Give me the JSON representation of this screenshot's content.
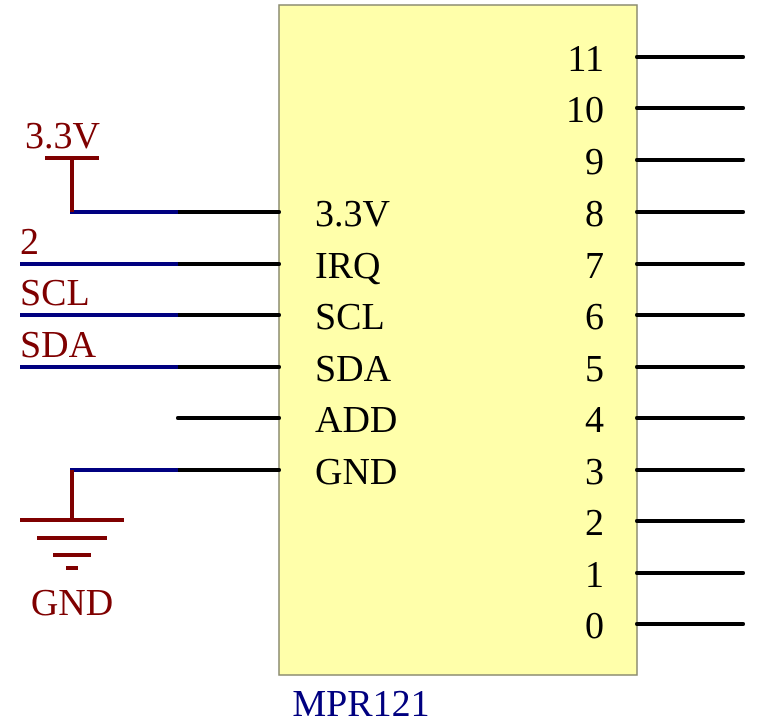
{
  "colors": {
    "chip_fill": "#FFFFAA",
    "chip_outline": "#8C8C70",
    "pin_line": "#000000",
    "wire": "#000080",
    "net_label": "#7F0000",
    "part_name": "#000080"
  },
  "chip": {
    "name": "MPR121",
    "left_pins": [
      "3.3V",
      "IRQ",
      "SCL",
      "SDA",
      "ADD",
      "GND"
    ],
    "right_pins": [
      "11",
      "10",
      "9",
      "8",
      "7",
      "6",
      "5",
      "4",
      "3",
      "2",
      "1",
      "0"
    ]
  },
  "nets": {
    "power_label": "3.3V",
    "irq_label": "2",
    "scl_label": "SCL",
    "sda_label": "SDA",
    "ground_label": "GND"
  }
}
